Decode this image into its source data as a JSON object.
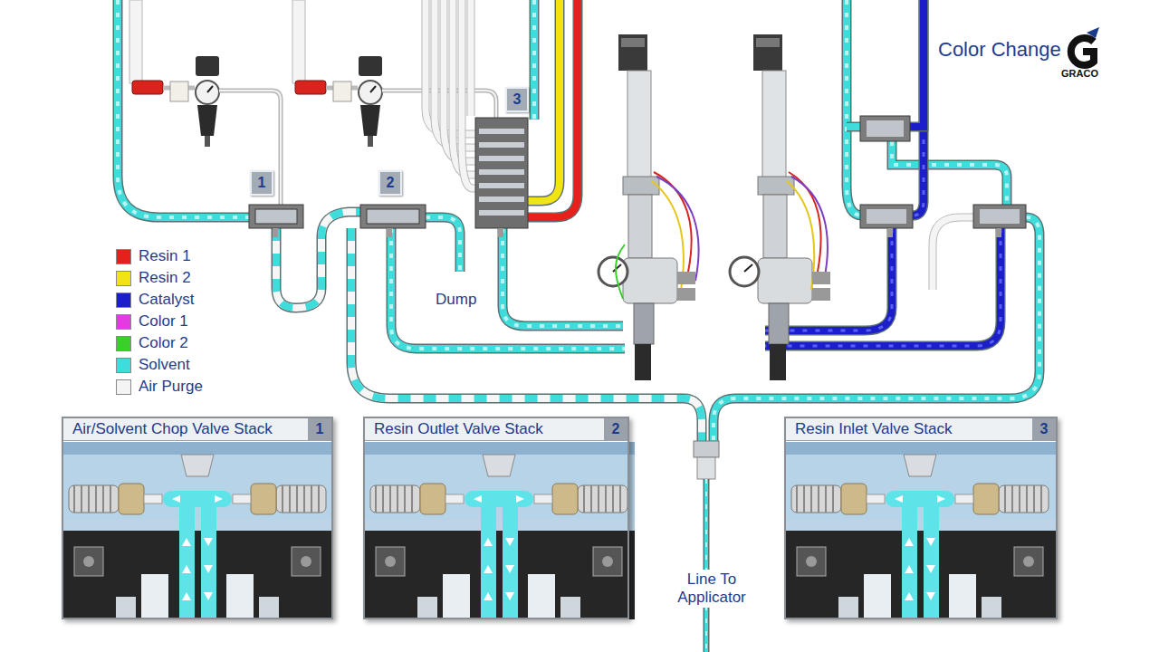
{
  "diagram": {
    "title": "Color Change",
    "nodes": [
      {
        "text": [
          "Air/Solvent Chop Valve Stack",
          "1"
        ]
      },
      {
        "text": [
          "Resin Outlet Valve Stack",
          "2"
        ]
      },
      {
        "text": [
          "Resin Inlet Valve Stack",
          "3"
        ]
      }
    ],
    "labels": [
      "1",
      "2",
      "3",
      "Dump",
      "Line To Applicator",
      "GRACO"
    ],
    "legend": [
      {
        "text": "Resin 1",
        "color": "#e8201c"
      },
      {
        "text": "Resin 2",
        "color": "#f2e313"
      },
      {
        "text": "Catalyst",
        "color": "#1c1fc8"
      },
      {
        "text": "Color 1",
        "color": "#e23ce0"
      },
      {
        "text": "Color 2",
        "color": "#3ccf2c"
      },
      {
        "text": "Solvent",
        "color": "#3fdcdc"
      },
      {
        "text": "Air Purge",
        "color": "#f4f4f4"
      }
    ]
  }
}
